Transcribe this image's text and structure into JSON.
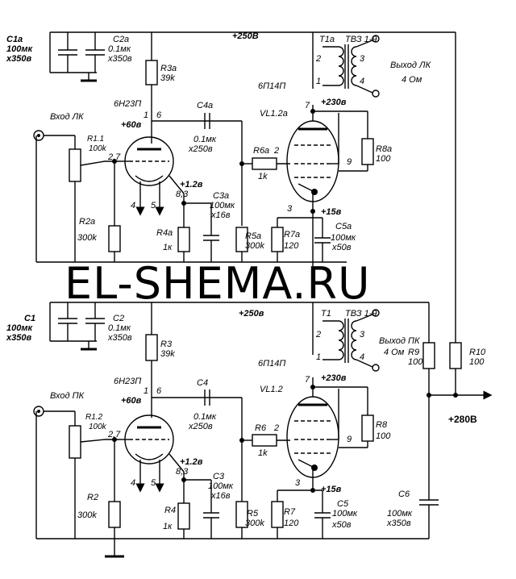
{
  "watermark": "EL-SHEMA.RU",
  "supply": {
    "main": "+280В",
    "top": "+250В",
    "bottom": "+250в"
  },
  "top": {
    "c1": {
      "name": "C1a",
      "v1": "100мк",
      "v2": "x350в"
    },
    "c2": {
      "name": "C2a",
      "v1": "0.1мк",
      "v2": "x350в"
    },
    "r3": {
      "name": "R3a",
      "val": "39k"
    },
    "tube1": "6Н23П",
    "c4": {
      "name": "C4a",
      "v1": "0.1мк",
      "v2": "x250в"
    },
    "input": "Вход ЛК",
    "r1": {
      "name": "R1.1",
      "val": "100k"
    },
    "r2": {
      "name": "R2a",
      "val": "300k"
    },
    "c3": {
      "name": "C3a",
      "v1": "100мк",
      "v2": "x16в"
    },
    "r4": {
      "name": "R4a",
      "val": "1к"
    },
    "r5": {
      "name": "R5a",
      "val": "300k"
    },
    "r6": {
      "name": "R6a",
      "val": "1k"
    },
    "tube2": "6П14П",
    "vl": "VL1.2a",
    "r7": {
      "name": "R7a",
      "val": "120"
    },
    "c5": {
      "name": "C5a",
      "v1": "100мк",
      "v2": "x50в"
    },
    "r8": {
      "name": "R8a",
      "val": "100"
    },
    "t": {
      "name": "T1a",
      "model": "ТВЗ 1-9"
    },
    "output": {
      "l1": "Выход ЛК",
      "l2": "4 Ом"
    },
    "v60": "+60в",
    "v12": "+1.2в",
    "v230": "+230в",
    "v15": "+15в"
  },
  "bottom": {
    "c1": {
      "name": "C1",
      "v1": "100мк",
      "v2": "x350в"
    },
    "c2": {
      "name": "C2",
      "v1": "0.1мк",
      "v2": "x350в"
    },
    "r3": {
      "name": "R3",
      "val": "39k"
    },
    "tube1": "6Н23П",
    "c4": {
      "name": "C4",
      "v1": "0.1мк",
      "v2": "x250в"
    },
    "input": "Вход ПК",
    "r1": {
      "name": "R1.2",
      "val": "100k"
    },
    "r2": {
      "name": "R2",
      "val": "300k"
    },
    "c3": {
      "name": "C3",
      "v1": "100мк",
      "v2": "x16в"
    },
    "r4": {
      "name": "R4",
      "val": "1к"
    },
    "r5": {
      "name": "R5",
      "val": "300k"
    },
    "r6": {
      "name": "R6",
      "val": "1k"
    },
    "tube2": "6П14П",
    "vl": "VL1.2",
    "r7": {
      "name": "R7",
      "val": "120"
    },
    "c5": {
      "name": "C5",
      "v1": "100мк",
      "v2": "x50в"
    },
    "r8": {
      "name": "R8",
      "val": "100"
    },
    "t": {
      "name": "T1",
      "model": "ТВЗ 1-9"
    },
    "output": {
      "l1": "Выход ПК",
      "l2": "4 Ом"
    },
    "v60": "+60в",
    "v12": "+1.2в",
    "v230": "+230в",
    "v15": "+15в"
  },
  "shared": {
    "r9": {
      "name": "R9",
      "val": "100"
    },
    "r10": {
      "name": "R10",
      "val": "100"
    },
    "c6": {
      "name": "C6",
      "v1": "100мк",
      "v2": "x350в"
    }
  },
  "pins": {
    "p1": "1",
    "p2": "2",
    "p3": "3",
    "p4": "4",
    "p5": "5",
    "p6": "6",
    "p7": "7",
    "p9": "9",
    "p27": "2,7",
    "p83": "8,3"
  }
}
